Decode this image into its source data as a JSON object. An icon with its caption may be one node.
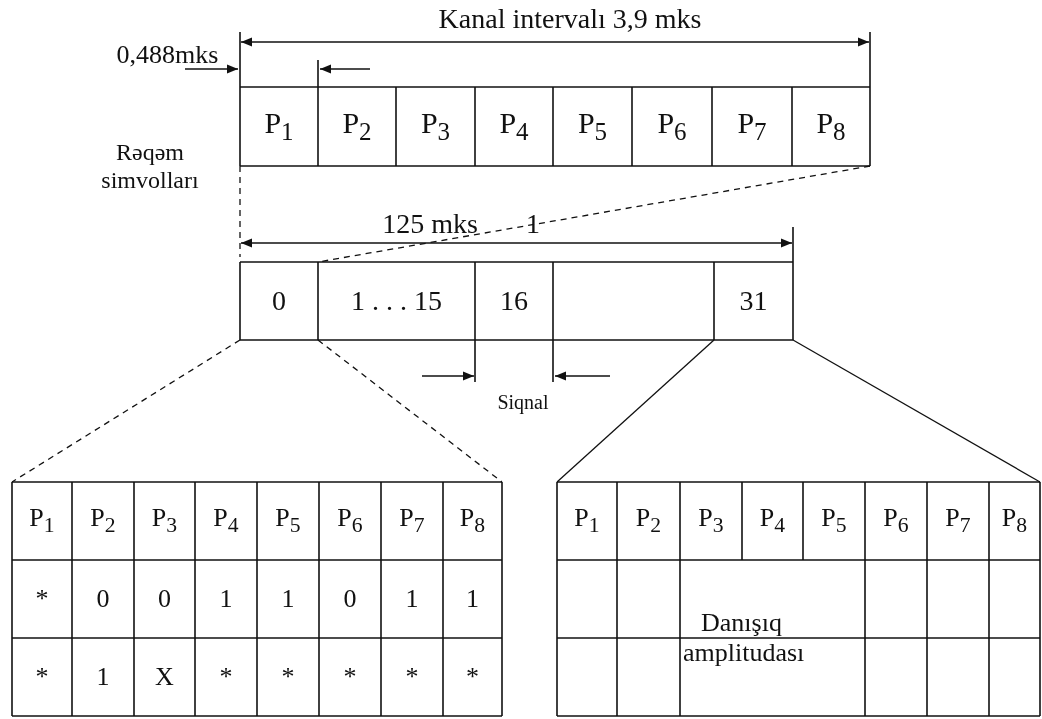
{
  "diagram": {
    "labels": [
      "Kanal intervalı 3,9 mks",
      "0,488mks",
      "P$_{1}$",
      "P$_{2}$",
      "P$_{3}$",
      "P$_{4}$",
      "P$_{5}$",
      "P$_{6}$",
      "P$_{7}$",
      "P$_{8}$",
      "Rəqəm simvolları",
      "125 mks",
      "1",
      "0",
      "1 . . . 15",
      "16",
      "31",
      "Siqnal",
      "P$_{1}$",
      "P$_{2}$",
      "P$_{3}$",
      "P$_{4}$",
      "P$_{5}$",
      "P$_{6}$",
      "P$_{7}$",
      "P$_{8}$",
      "*",
      "0",
      "0",
      "1",
      "1",
      "0",
      "1",
      "1",
      "*",
      "1",
      "X",
      "*",
      "*",
      "*",
      "*",
      "*",
      "P$_{1}$",
      "P$_{2}$",
      "P$_{3}$",
      "P$_{4}$",
      "P$_{5}$",
      "P$_{6}$",
      "P$_{7}$",
      "P$_{8}$",
      "Danışıq amplitudası"
    ]
  }
}
